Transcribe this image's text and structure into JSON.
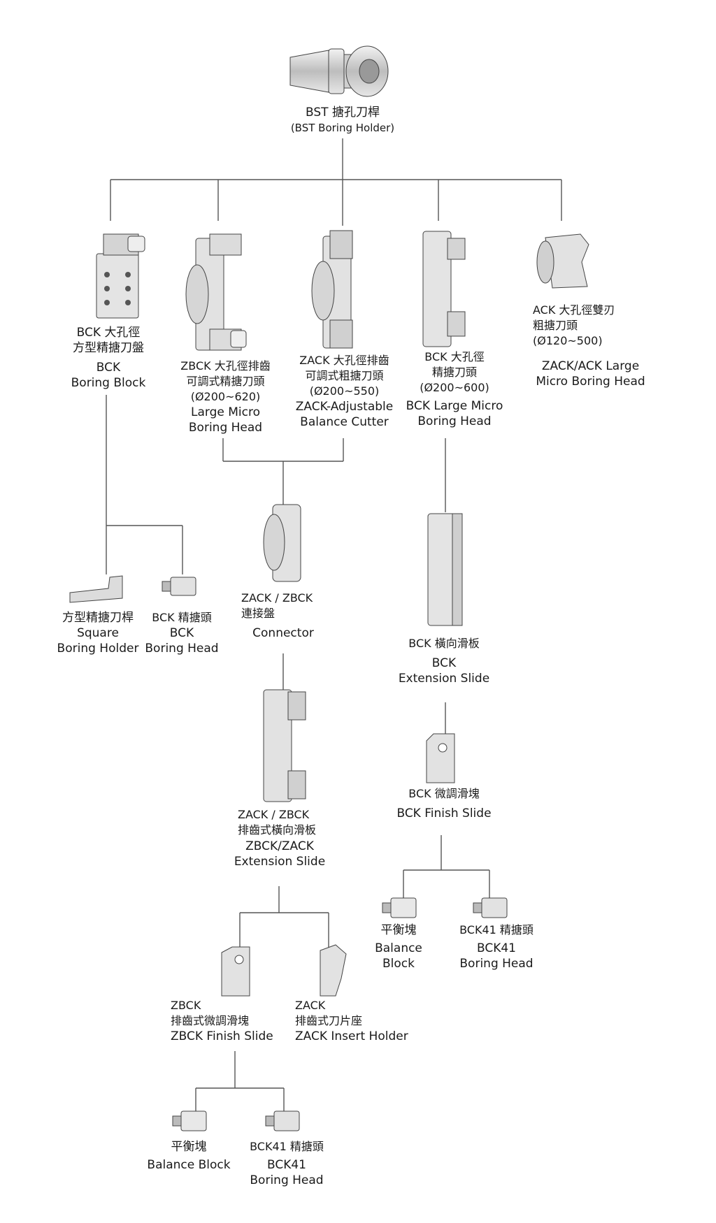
{
  "root": {
    "line1": "BST 搪孔刀桿",
    "line2": "(BST Boring Holder)"
  },
  "bck_block": {
    "zh1": "BCK 大孔徑",
    "zh2": "方型精搪刀盤",
    "en1": "BCK",
    "en2": "Boring Block"
  },
  "zbck_head": {
    "zh1": "ZBCK 大孔徑排齒",
    "zh2": "可調式精搪刀頭",
    "range": "(Ø200~620)",
    "en1": "Large Micro",
    "en2": "Boring Head"
  },
  "zack_cutter": {
    "zh1": "ZACK 大孔徑排齒",
    "zh2": "可調式粗搪刀頭",
    "range": "(Ø200~550)",
    "en1": "ZACK-Adjustable",
    "en2": "Balance Cutter"
  },
  "bck_micro": {
    "zh1": "BCK 大孔徑",
    "zh2": "精搪刀頭",
    "range": "(Ø200~600)",
    "en1": "BCK Large Micro",
    "en2": "Boring Head"
  },
  "ack_head": {
    "zh1": "ACK 大孔徑雙刃",
    "zh2": "粗搪刀頭",
    "range": "(Ø120~500)",
    "en1": "ZACK/ACK Large",
    "en2": "Micro Boring Head"
  },
  "square_holder": {
    "zh": "方型精搪刀桿",
    "en1": "Square",
    "en2": "Boring Holder"
  },
  "bck_boring_head": {
    "zh": "BCK 精搪頭",
    "en1": "BCK",
    "en2": "Boring Head"
  },
  "connector": {
    "zh1": "ZACK / ZBCK",
    "zh2": "連接盤",
    "en": "Connector"
  },
  "bck_ext_slide": {
    "zh": "BCK 橫向滑板",
    "en1": "BCK",
    "en2": "Extension Slide"
  },
  "zbck_ext_slide": {
    "zh1": "ZACK / ZBCK",
    "zh2": "排齒式橫向滑板",
    "en1": "ZBCK/ZACK",
    "en2": "Extension Slide"
  },
  "bck_finish_slide": {
    "zh": "BCK 微調滑塊",
    "en": "BCK Finish Slide"
  },
  "balance_block_r": {
    "zh": "平衡塊",
    "en1": "Balance",
    "en2": "Block"
  },
  "bck41_r": {
    "zh": "BCK41 精搪頭",
    "en1": "BCK41",
    "en2": "Boring Head"
  },
  "zbck_finish_slide": {
    "zh1": "ZBCK",
    "zh2": "排齒式微調滑塊",
    "en": "ZBCK Finish Slide"
  },
  "zack_insert_holder": {
    "zh1": "ZACK",
    "zh2": "排齒式刀片座",
    "en": "ZACK Insert Holder"
  },
  "balance_block_b": {
    "zh": "平衡塊",
    "en": "Balance Block"
  },
  "bck41_b": {
    "zh": "BCK41 精搪頭",
    "en1": "BCK41",
    "en2": "Boring Head"
  }
}
